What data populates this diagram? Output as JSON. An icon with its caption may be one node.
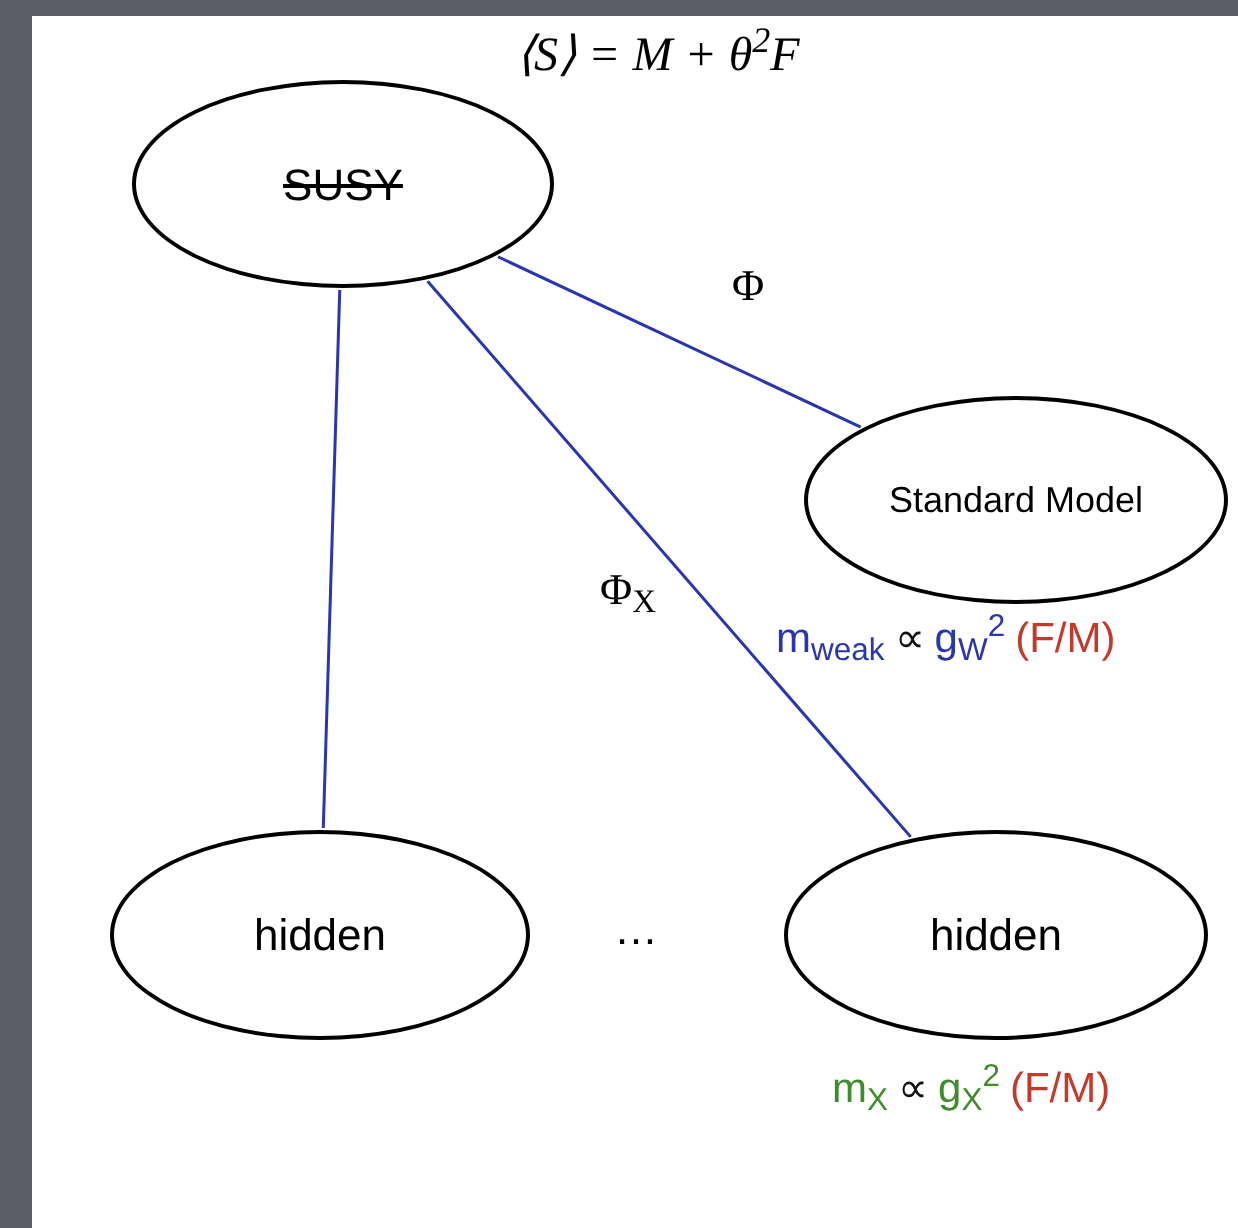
{
  "diagram": {
    "title": "⟨S⟩ = M + θ$^{2}$F",
    "nodes": [
      {
        "text": [
          "SUSY"
        ]
      },
      {
        "text": [
          "Standard Model"
        ],
        "beside": [
          "m$_{weak}$",
          "∝",
          "g$_{W}$$^{2}$",
          "(F/M)"
        ]
      },
      {
        "text": [
          "hidden"
        ]
      },
      {
        "text": [
          "hidden"
        ],
        "beside": [
          "m$_{X}$",
          "∝",
          "g$_{X}$$^{2}$",
          "(F/M)"
        ]
      }
    ],
    "edges": [
      {
        "from": 0,
        "to": 1,
        "arrow": "none",
        "label": "Φ"
      },
      {
        "from": 0,
        "to": 3,
        "arrow": "none",
        "label": "Φ$_{X}$"
      },
      {
        "from": 0,
        "to": 2,
        "arrow": "none"
      }
    ],
    "labels": [
      "…"
    ]
  }
}
